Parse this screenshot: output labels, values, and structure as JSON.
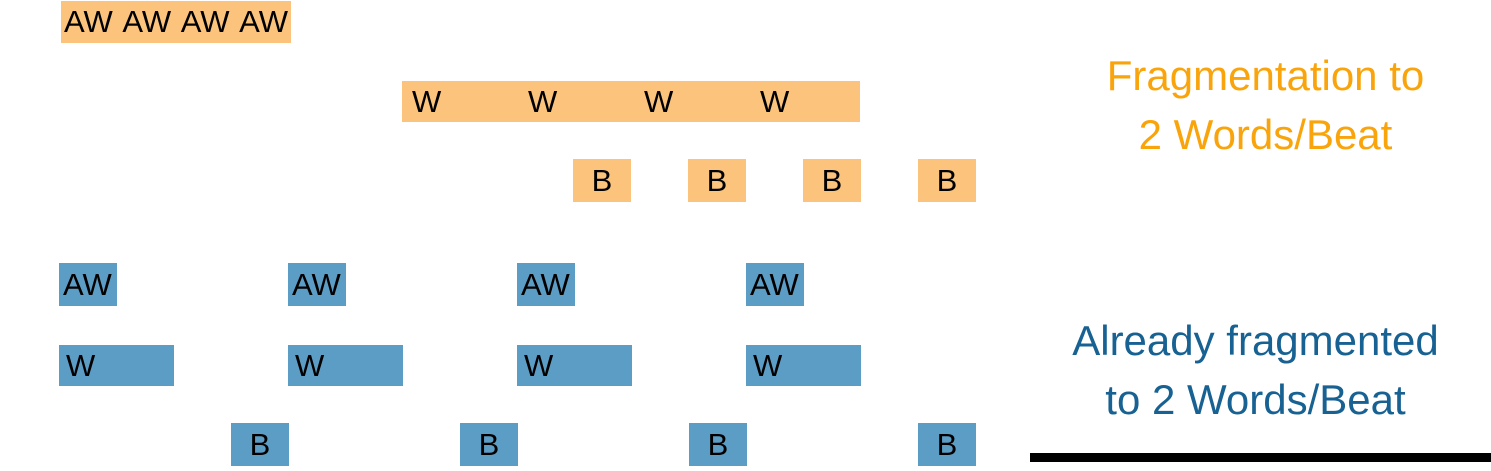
{
  "colors": {
    "orange_fill": "#FBC37B",
    "blue_fill": "#5C9DC6",
    "orange_text": "#FAA40C",
    "blue_text": "#176292",
    "block_text": "#000000",
    "cropped_bar": "#000000"
  },
  "top": {
    "caption_line1": "Fragmentation to",
    "caption_line2": "2 Words/Beat",
    "aw_labels": [
      "AW",
      "AW",
      "AW",
      "AW"
    ],
    "w_labels": [
      "W",
      "W",
      "W",
      "W"
    ],
    "b_labels": [
      "B",
      "B",
      "B",
      "B"
    ]
  },
  "bottom": {
    "caption_line1": "Already fragmented",
    "caption_line2": "to 2 Words/Beat",
    "groups": [
      {
        "aw": "AW",
        "w": "W"
      },
      {
        "aw": "AW",
        "w": "W"
      },
      {
        "aw": "AW",
        "w": "W"
      },
      {
        "aw": "AW",
        "w": "W"
      }
    ],
    "b_labels": [
      "B",
      "B",
      "B",
      "B"
    ]
  }
}
